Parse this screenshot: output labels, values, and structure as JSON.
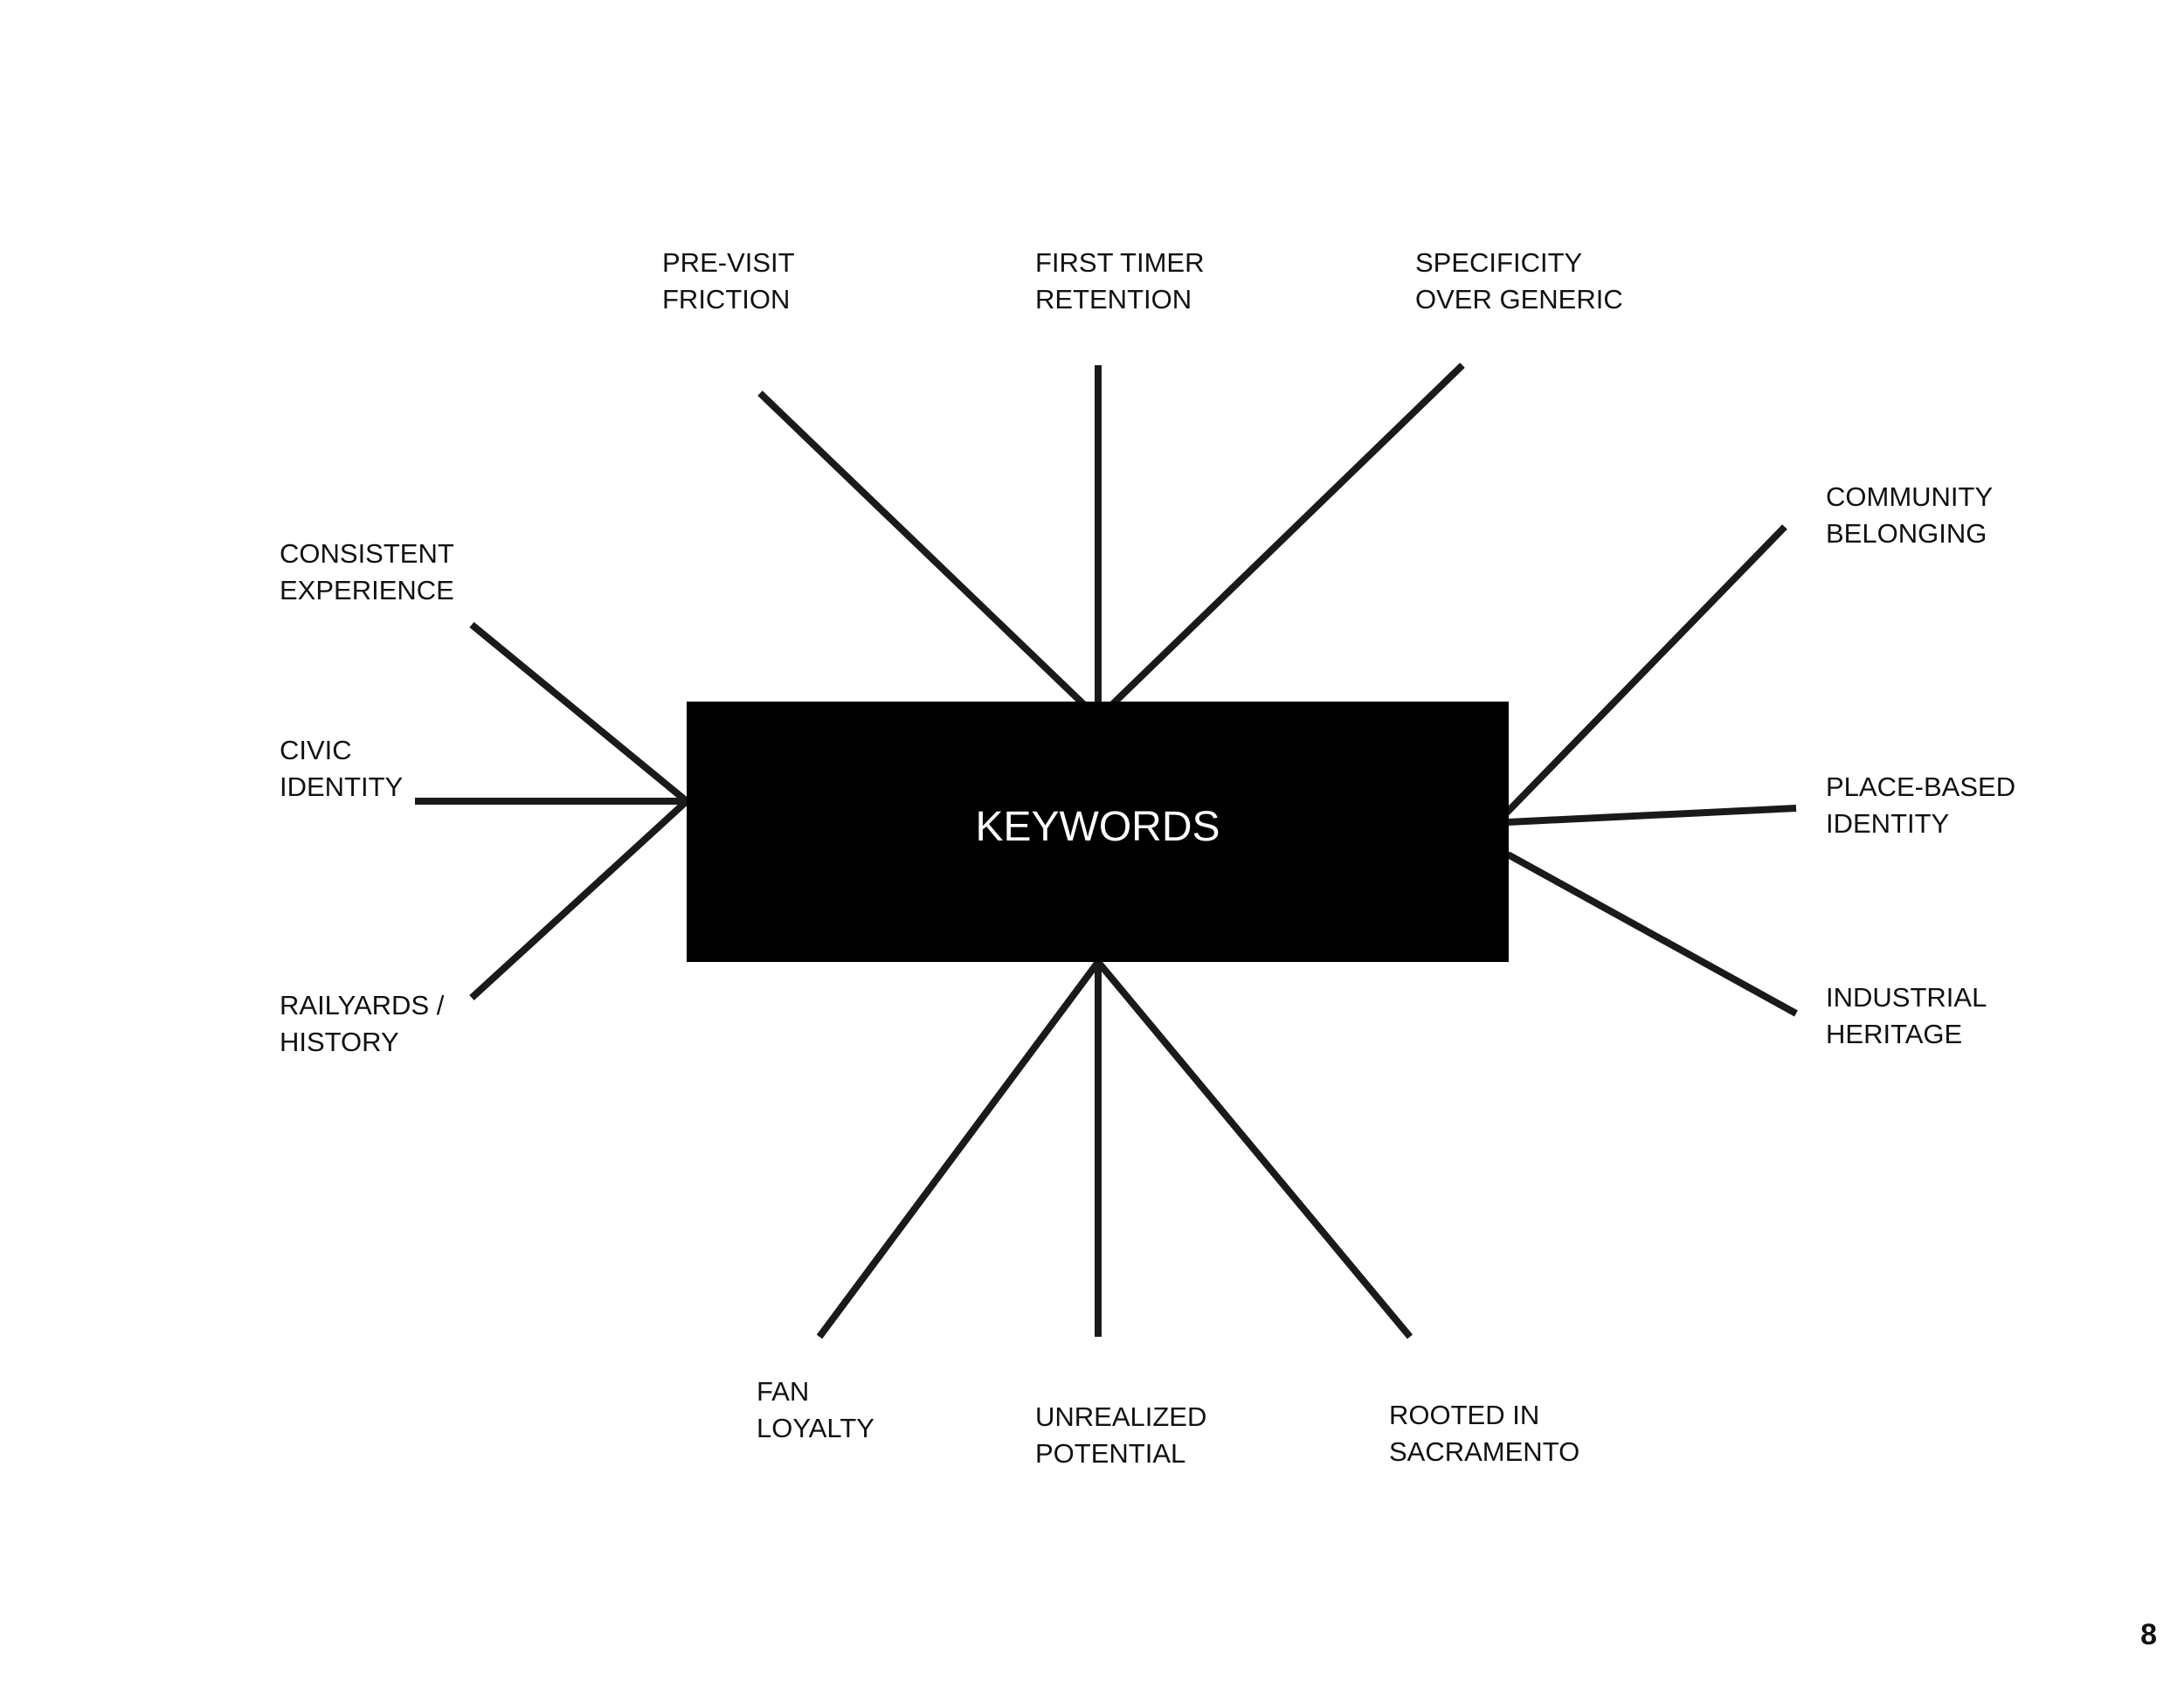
{
  "diagram": {
    "center_label": "KEYWORDS",
    "line_color": "#1a1a1a",
    "box_color": "#000000",
    "keywords": [
      {
        "id": "pre-visit-friction",
        "lines": [
          "PRE-VISIT",
          "FRICTION"
        ]
      },
      {
        "id": "first-timer-retention",
        "lines": [
          "FIRST TIMER",
          "RETENTION"
        ]
      },
      {
        "id": "specificity-over-generic",
        "lines": [
          "SPECIFICITY",
          "OVER GENERIC"
        ]
      },
      {
        "id": "community-belonging",
        "lines": [
          "COMMUNITY",
          "BELONGING"
        ]
      },
      {
        "id": "place-based-identity",
        "lines": [
          "PLACE-BASED",
          "IDENTITY"
        ]
      },
      {
        "id": "industrial-heritage",
        "lines": [
          "INDUSTRIAL",
          "HERITAGE"
        ]
      },
      {
        "id": "rooted-in-sacramento",
        "lines": [
          "ROOTED IN",
          "SACRAMENTO"
        ]
      },
      {
        "id": "unrealized-potential",
        "lines": [
          "UNREALIZED",
          "POTENTIAL"
        ]
      },
      {
        "id": "fan-loyalty",
        "lines": [
          "FAN",
          "LOYALTY"
        ]
      },
      {
        "id": "railyards-history",
        "lines": [
          "RAILYARDS /",
          "HISTORY"
        ]
      },
      {
        "id": "civic-identity",
        "lines": [
          "CIVIC",
          "IDENTITY"
        ]
      },
      {
        "id": "consistent-experience",
        "lines": [
          "CONSISTENT",
          "EXPERIENCE"
        ]
      }
    ]
  },
  "page_number": "8"
}
